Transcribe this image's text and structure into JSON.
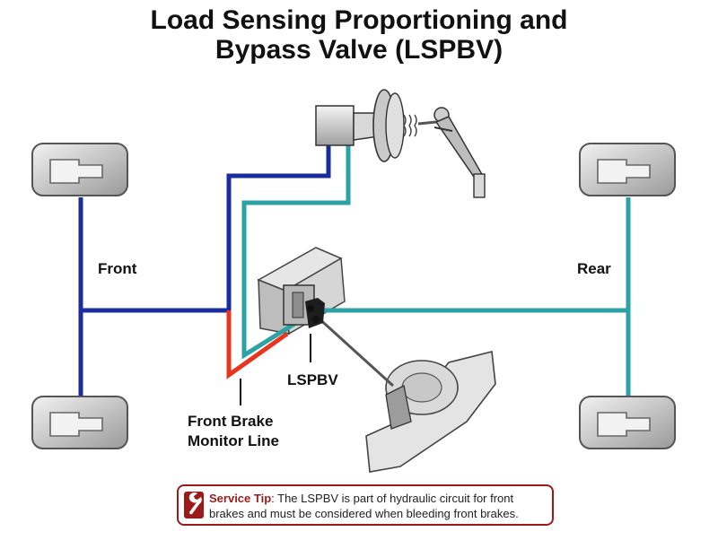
{
  "title": {
    "line1": "Load Sensing Proportioning and",
    "line2": "Bypass Valve (LSPBV)"
  },
  "labels": {
    "front": "Front",
    "rear": "Rear",
    "lspbv": "LSPBV",
    "monitor_line1": "Front Brake",
    "monitor_line2": "Monitor Line"
  },
  "tip": {
    "title": "Service Tip",
    "text": ": The LSPBV is part of hydraulic circuit for front brakes and must be considered when bleeding front brakes.",
    "icon": "wrench-icon"
  },
  "colors": {
    "front_line": "#1b2c9e",
    "rear_line": "#2ba3a5",
    "monitor_line": "#e8361e",
    "tip_border": "#9b1b1b"
  }
}
